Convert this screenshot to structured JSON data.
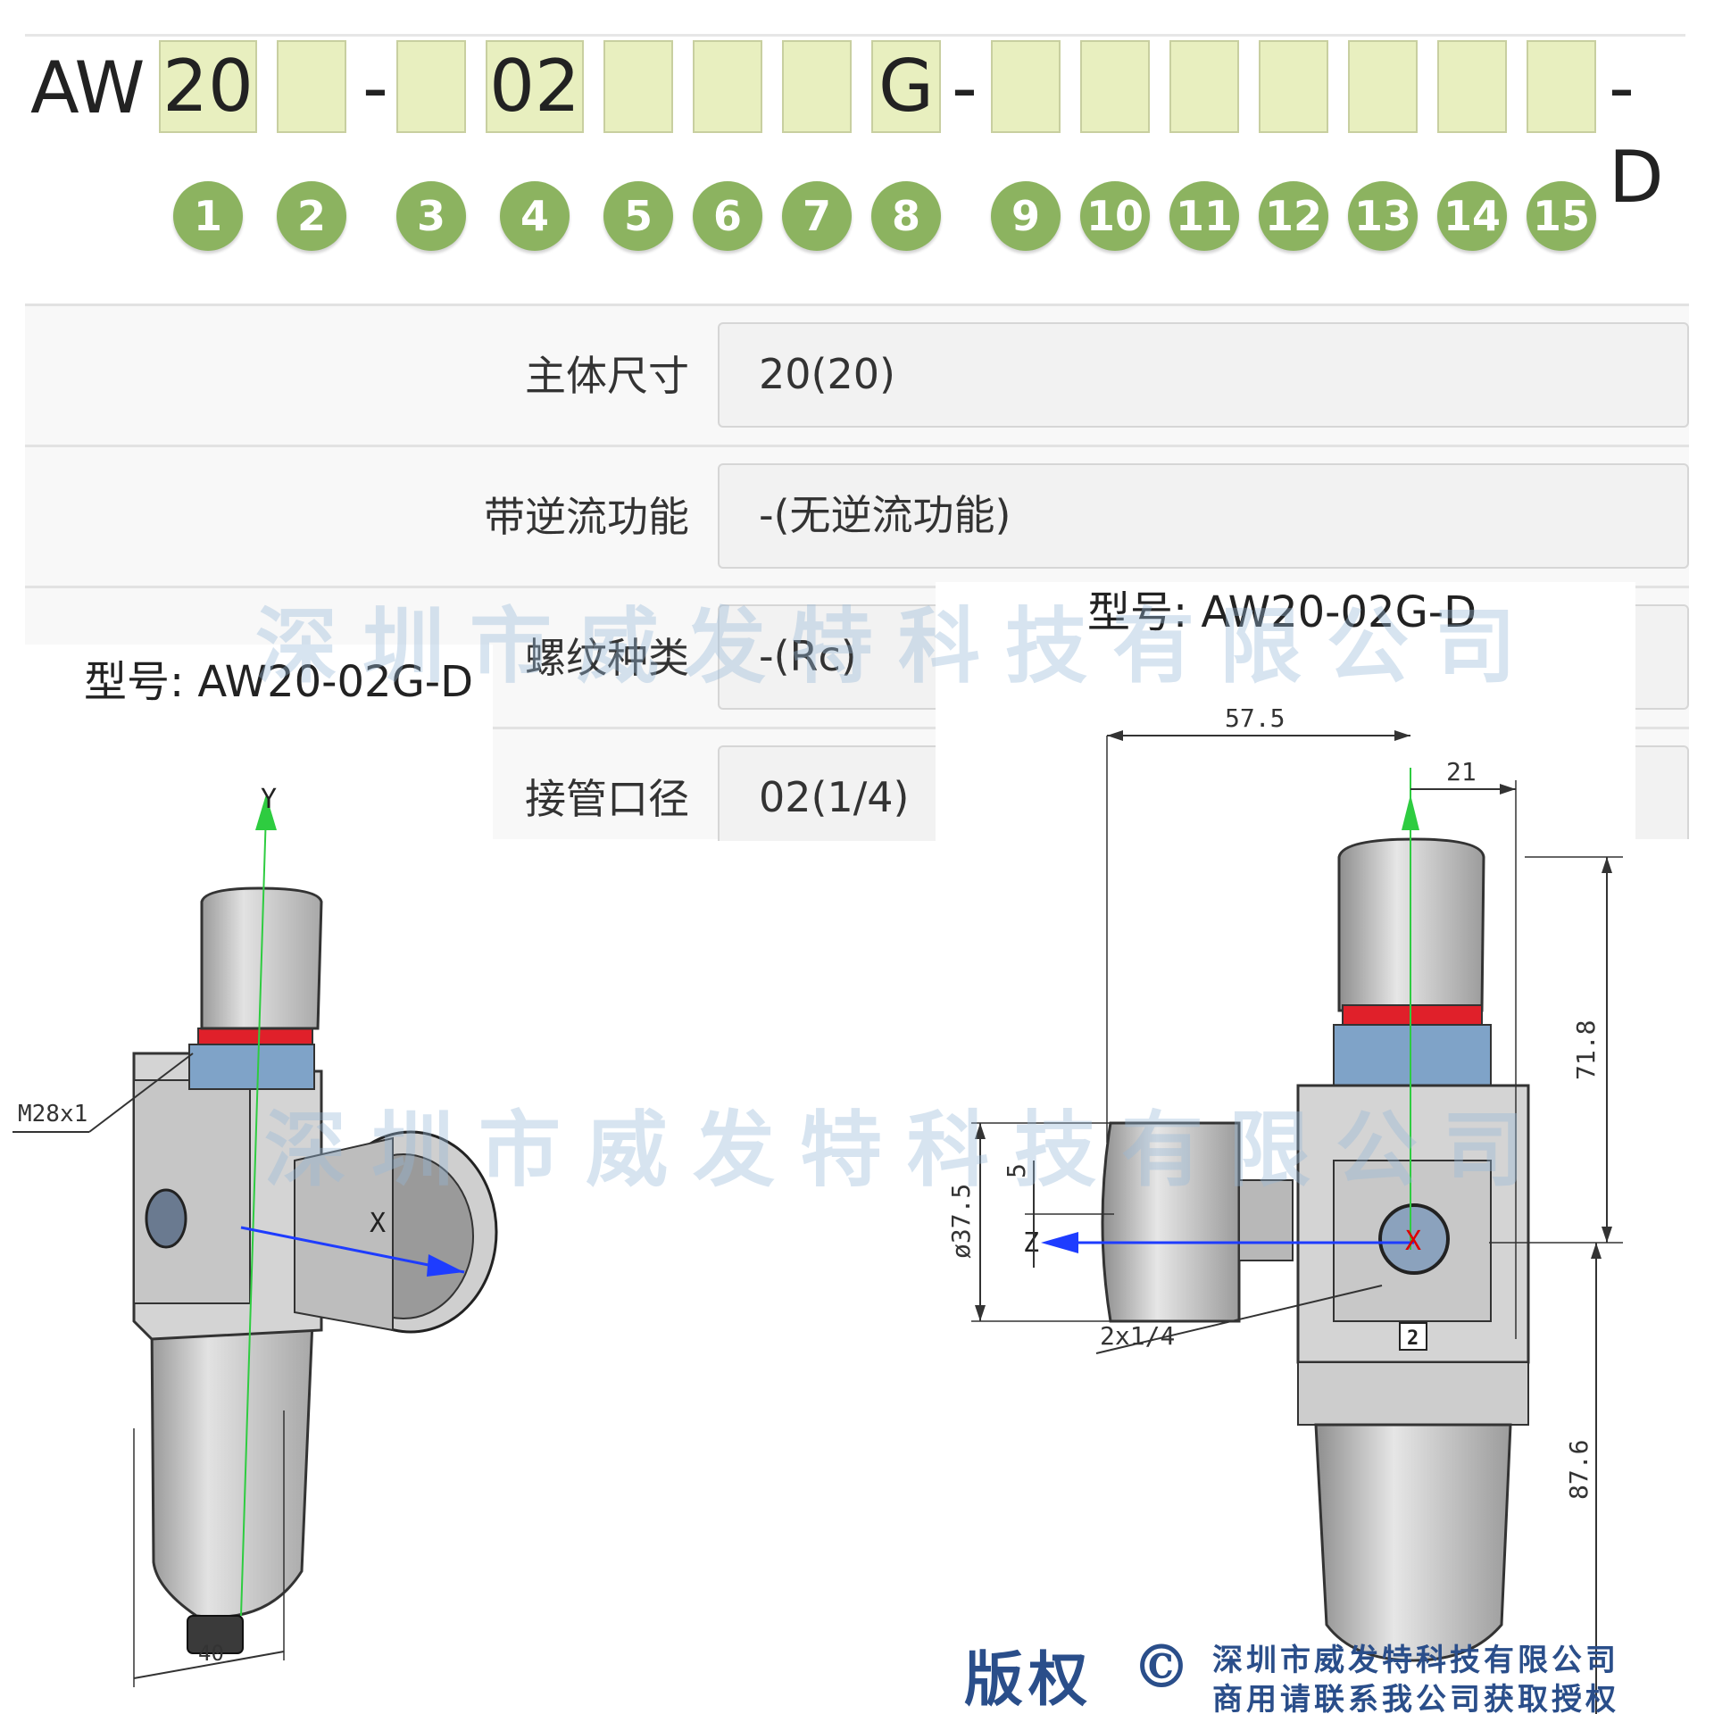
{
  "model_code": {
    "prefix": "AW",
    "slots": [
      "20",
      "",
      "",
      "02",
      "",
      "",
      "",
      "G",
      "",
      "",
      "",
      "",
      "",
      "",
      ""
    ],
    "separator": "-",
    "suffix": "-D",
    "positions": [
      "1",
      "2",
      "3",
      "4",
      "5",
      "6",
      "7",
      "8",
      "9",
      "10",
      "11",
      "12",
      "13",
      "14",
      "15"
    ]
  },
  "options": [
    {
      "label": "主体尺寸",
      "value": "20(20)"
    },
    {
      "label": "带逆流功能",
      "value": "-(无逆流功能)"
    },
    {
      "label": "螺纹种类",
      "value": "-(Rc)"
    },
    {
      "label": "接管口径",
      "value": "02(1/4)"
    }
  ],
  "drawing_left": {
    "title": "型号: AW20-02G-D",
    "axis_y": "Y",
    "axis_x": "X",
    "thread_label": "M28x1",
    "width_dim": "40"
  },
  "drawing_right": {
    "title": "型号: AW20-02G-D",
    "dim_width": "57.5",
    "dim_offset": "21",
    "dim_upper_height": "71.8",
    "dim_lower_height": "87.6",
    "dim_gauge_dia": "ø37.5",
    "dim_small": "5",
    "axis_z": "Z",
    "axis_x": "X",
    "port_label": "2x1/4",
    "port_mark": "2"
  },
  "watermark": "深圳市威发特科技有限公司",
  "copyright": {
    "big": "版权",
    "symbol": "©",
    "line1": "深圳市威发特科技有限公司",
    "line2": "商用请联系我公司获取授权"
  },
  "colors": {
    "slot_fill": "#e8efbf",
    "badge_green": "#8cb360",
    "axis_green": "#2ecc40",
    "axis_blue": "#1e3cff",
    "seal_red": "#e0202a",
    "thread_blue": "#7fa3c8",
    "copyright_blue": "#2a4e8a"
  }
}
